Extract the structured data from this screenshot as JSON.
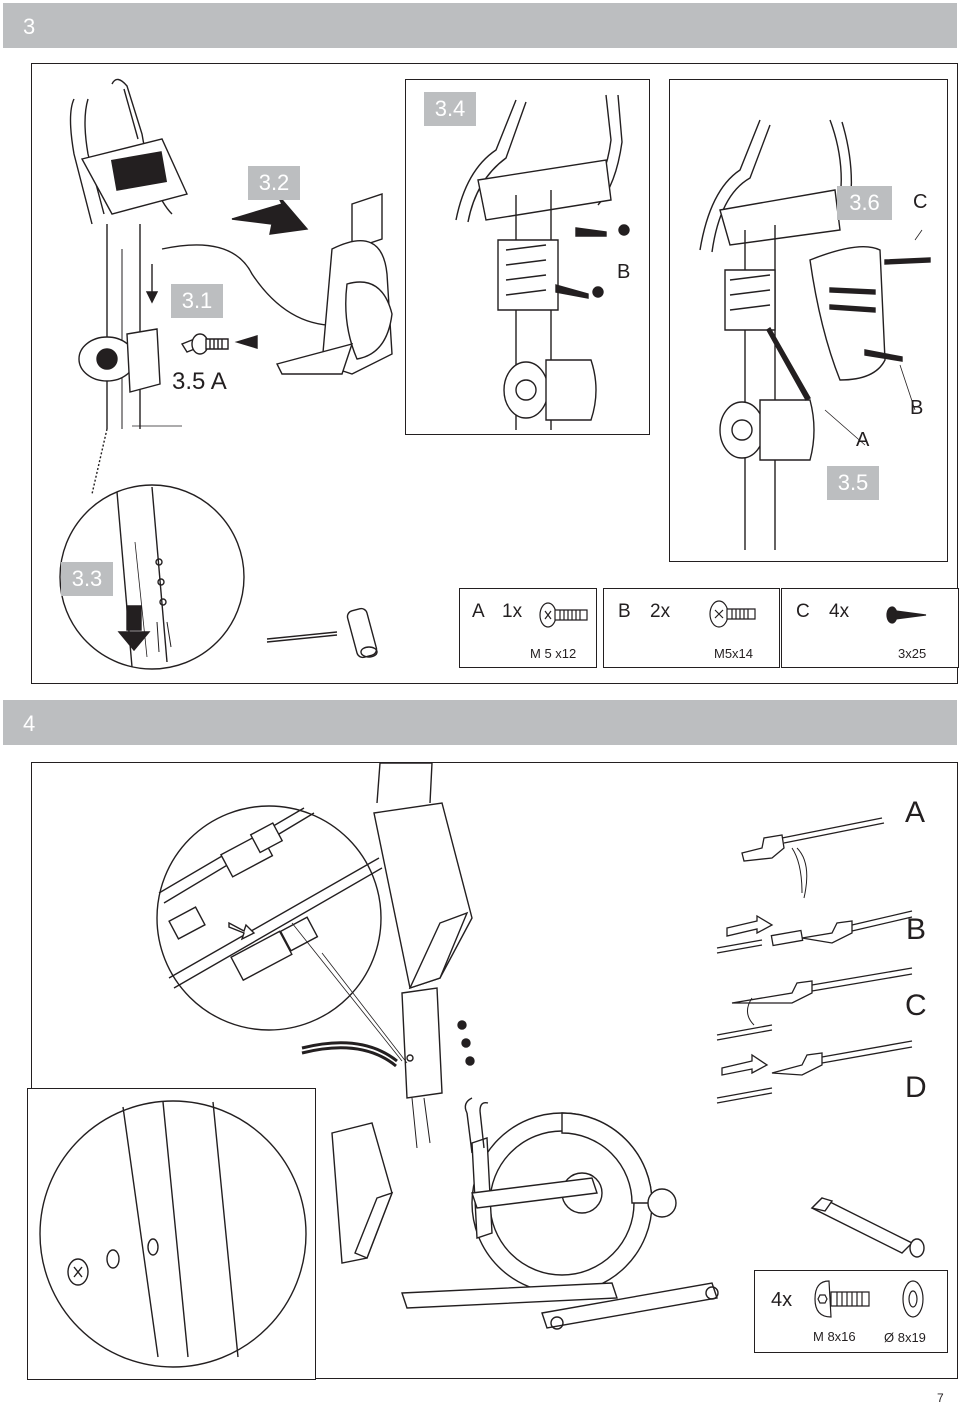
{
  "step3": {
    "header": "3",
    "labels": {
      "s32": "3.2",
      "s31": "3.1",
      "s35a": "3.5 A",
      "s34": "3.4",
      "s34b": "B",
      "s36": "3.6",
      "s36c": "C",
      "s36b": "B",
      "s36a": "A",
      "s35": "3.5",
      "s33": "3.3"
    },
    "hardware": [
      {
        "letter": "A",
        "qty": "1x",
        "size": "M 5 x12"
      },
      {
        "letter": "B",
        "qty": "2x",
        "size": "M5x14"
      },
      {
        "letter": "C",
        "qty": "4x",
        "size": "3x25"
      }
    ]
  },
  "step4": {
    "header": "4",
    "labels": {
      "a": "A",
      "b": "B",
      "c": "C",
      "d": "D"
    },
    "hardware": {
      "qty": "4x",
      "bolt": "M 8x16",
      "washer": "Ø 8x19"
    }
  },
  "page_number": "7"
}
